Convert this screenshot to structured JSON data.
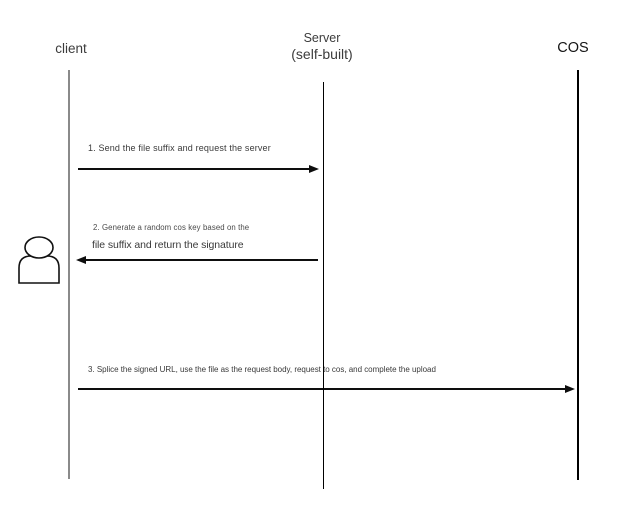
{
  "actors": {
    "client": {
      "label": "client"
    },
    "server": {
      "label_line1": "Server",
      "label_line2": "(self-built)"
    },
    "cos": {
      "label": "COS"
    }
  },
  "messages": [
    {
      "text": "1. Send the file suffix and request the server",
      "from": "client",
      "to": "server",
      "direction": "right"
    },
    {
      "text_line1": "2. Generate a random cos key based on the",
      "text_line2": "file suffix and return the signature",
      "from": "server",
      "to": "client",
      "direction": "left"
    },
    {
      "text": "3. Splice the signed URL, use the file as the request body, request to cos, and complete the upload",
      "from": "client",
      "to": "cos",
      "direction": "right"
    }
  ],
  "icons": {
    "person": "person-icon"
  },
  "colors": {
    "background": "#ffffff",
    "label_text": "#3c3c3c",
    "cos_text": "#141414",
    "lifeline_client": "#8a8a8a",
    "lifeline_dark": "#000000",
    "arrow": "#0e0e0e"
  }
}
